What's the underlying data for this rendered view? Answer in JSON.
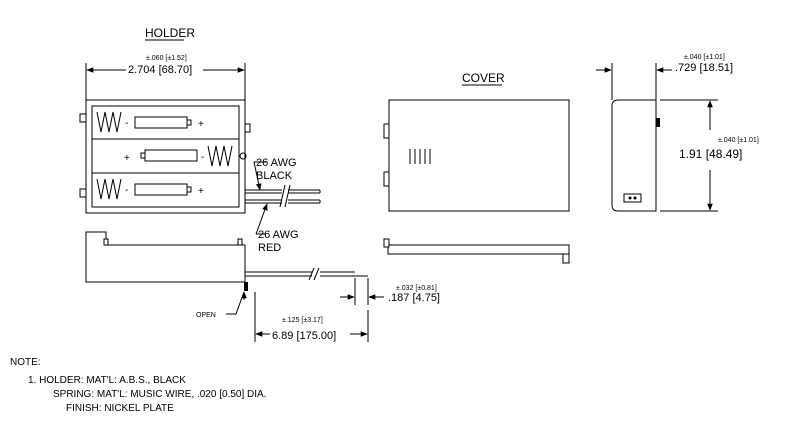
{
  "labels": {
    "holder_title": "HOLDER",
    "cover_title": "COVER",
    "width_tol": "±.060 [±1.52]",
    "width_dim": "2.704 [68.70]",
    "depth_tol": "±.040 [±1.01]",
    "depth_dim": ".729 [18.51]",
    "height_tol": "±.040 [±1.01]",
    "height_dim": "1.91 [48.49]",
    "wire_black_gauge": "26 AWG",
    "wire_black_color": "BLACK",
    "wire_red_gauge": "26 AWG",
    "wire_red_color": "RED",
    "strip_tol": "±.032 [±0.81]",
    "strip_dim": ".187 [4.75]",
    "lead_tol": "±.125 [±3.17]",
    "lead_dim": "6.89 [175.00]",
    "open": "OPEN",
    "plus": "+",
    "minus": "-"
  },
  "notes": {
    "heading": "NOTE:",
    "line1": "1.  HOLDER:  MAT'L:  A.B.S.,  BLACK",
    "line2": "SPRING:  MAT'L:  MUSIC WIRE,  .020  [0.50]  DIA.",
    "line3": "FINISH:  NICKEL PLATE"
  }
}
